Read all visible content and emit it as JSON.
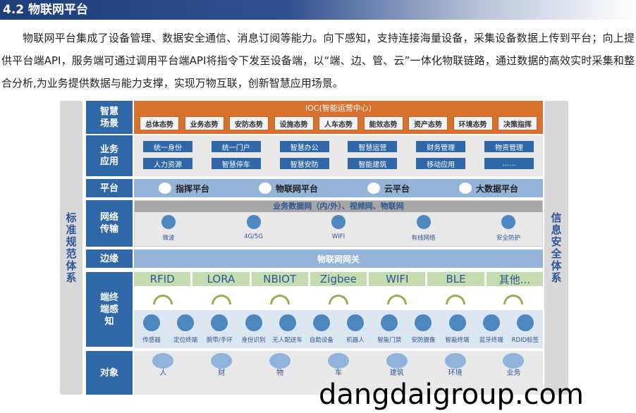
{
  "title": "4.2 物联网平台",
  "paragraph": "物联网平台集成了设备管理、数据安全通信、消息订阅等能力。向下感知，支持连接海量设备，采集设备数据上传到平台；向上提供平台端API，服务端可通过调用平台端API将指令下发至设备端，以“端、边、管、云”一体化物联链路，通过数据的高效实时采集和整合分析,为业务提供数据与能力支撑，实现万物互联，创新智慧应用场景。",
  "left_side": "标准规范体系",
  "right_side": "信息安全体系",
  "layers": [
    "智慧场景",
    "业务应用",
    "平台",
    "网络传输",
    "边缘",
    "端终端感知",
    "对象"
  ],
  "ioc": {
    "title": "IOC(智能运营中心)",
    "items": [
      "总体态势",
      "业务态势",
      "安防态势",
      "设施态势",
      "人车态势",
      "能效态势",
      "资产态势",
      "环境态势",
      "决策指挥"
    ]
  },
  "apps": [
    "统一身份",
    "统一门户",
    "智慧办公",
    "智慧运营",
    "财务管理",
    "物资管理",
    "人力资源",
    "智慧停车",
    "智慧安防",
    "智能建筑",
    "移动应用",
    "......"
  ],
  "platforms": [
    "指挥平台",
    "物联网平台",
    "云平台",
    "大数据平台"
  ],
  "network": {
    "title": "业务数据网（内/外）、视频网、物联网",
    "items": [
      "微波",
      "4G/5G",
      "WIFI",
      "有线网络",
      "安全防护"
    ]
  },
  "edge": "物联网网关",
  "protocols": [
    "RFID",
    "LORA",
    "NBIOT",
    "Zigbee",
    "WIFI",
    "BLE",
    "其他..."
  ],
  "devices": [
    "传感器",
    "定位终端",
    "腕带/手环",
    "身份识别",
    "无人配送车",
    "自助设备",
    "机器人",
    "智能门禁",
    "安防摄像",
    "智能终端",
    "蓝牙终端",
    "RDID标签"
  ],
  "objects": [
    "人",
    "财",
    "物",
    "车",
    "建筑",
    "环境",
    "业务"
  ],
  "colors": {
    "orange": "#d9712e",
    "blue": "#2f67a8",
    "lightblue": "#93b4d8",
    "green": "#c5dcb0"
  },
  "watermark": "dangdaigroup.com"
}
